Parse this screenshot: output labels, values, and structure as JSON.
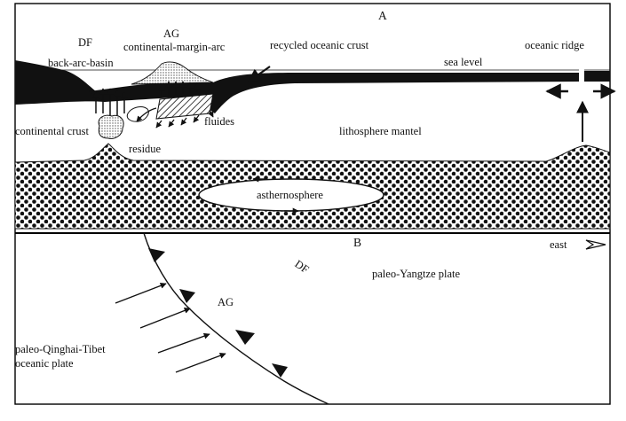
{
  "panel_a": {
    "letter": "A",
    "labels": {
      "df": "DF",
      "ag": "AG",
      "continental_margin_arc": "continental-margin-arc",
      "back_arc_basin": "back-arc-basin",
      "recycled_oceanic_crust": "recycled oceanic crust",
      "sea_level": "sea level",
      "oceanic_ridge": "oceanic ridge",
      "continental_crust": "continental crust",
      "fluides": "fluides",
      "residue": "residue",
      "lithosphere_mantel": "lithosphere  mantel",
      "asthenosphere": "asthernosphere"
    }
  },
  "panel_b": {
    "letter": "B",
    "labels": {
      "east": "east",
      "df": "DF",
      "ag": "AG",
      "paleo_yangtze_plate": "paleo-Yangtze plate",
      "paleo_qinghai_tibet_line1": "paleo-Qinghai-Tibet",
      "paleo_qinghai_tibet_line2": "oceanic plate"
    }
  },
  "colors": {
    "ink": "#111111",
    "frame": "#000000",
    "background": "#ffffff",
    "stipple": "#9a9a9a"
  }
}
